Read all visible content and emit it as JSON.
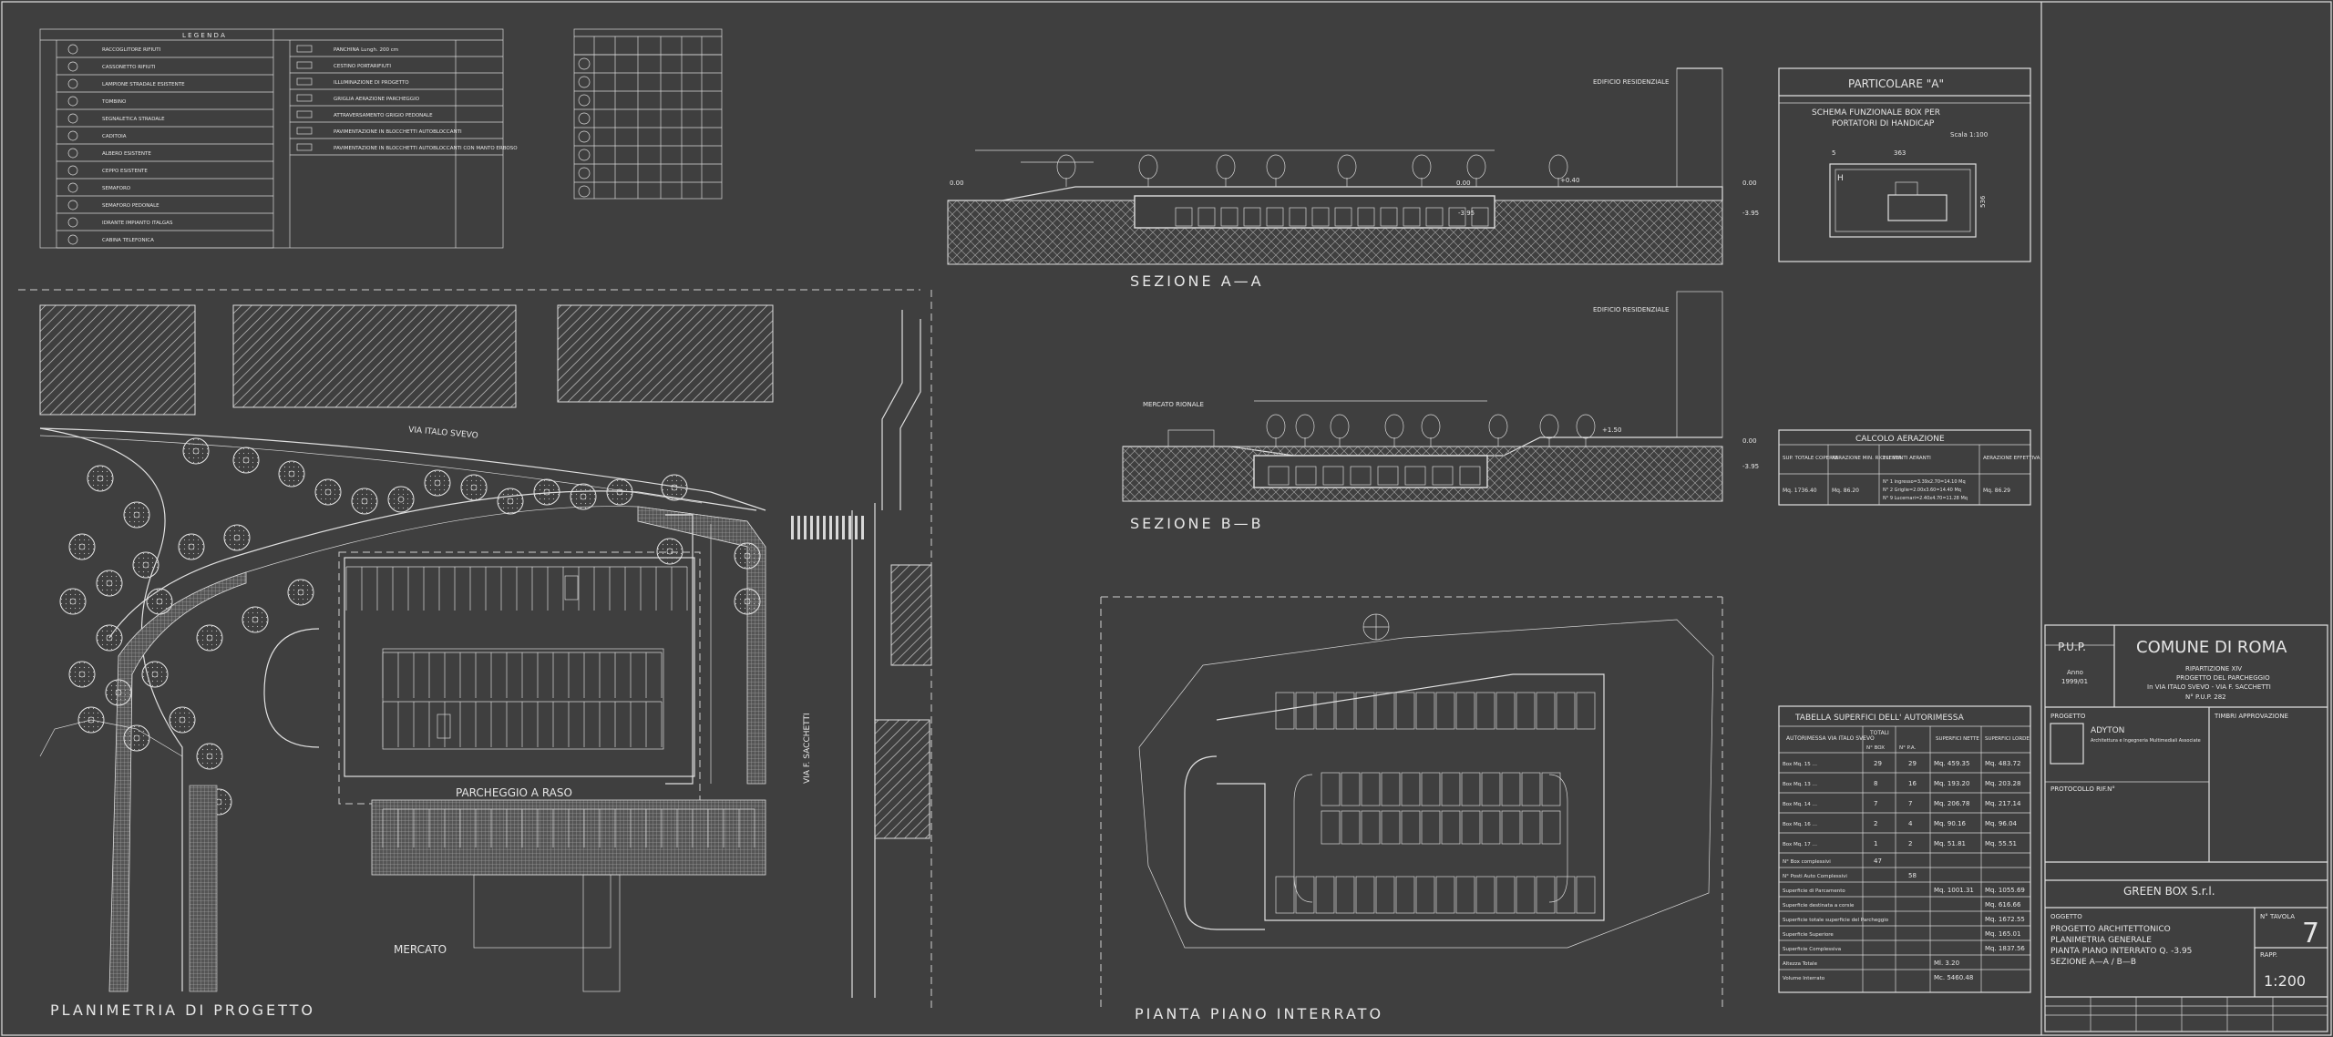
{
  "titles": {
    "planimetria": "PLANIMETRIA DI PROGETTO",
    "pianta": "PIANTA PIANO INTERRATO",
    "sezione_a": "SEZIONE A—A",
    "sezione_b": "SEZIONE B—B",
    "particolare": "PARTICOLARE \"A\"",
    "schema_1": "SCHEMA FUNZIONALE BOX PER",
    "schema_2": "PORTATORI DI HANDICAP",
    "scala": "Scala 1:100",
    "calcolo": "CALCOLO AERAZIONE",
    "tabella": "TABELLA SUPERFICI DELL' AUTORIMESSA",
    "legenda": "L E G E N D A"
  },
  "labels": {
    "via_italo_svevo": "VIA ITALO SVEVO",
    "via_sacchetti": "VIA F. SACCHETTI",
    "parcheggio": "PARCHEGGIO A RASO",
    "mercato": "MERCATO",
    "edificio_res": "EDIFICIO RESIDENZIALE",
    "mercato_rionale": "MERCATO RIONALE"
  },
  "legend_items_left": [
    "RACCOGLITORE RIFIUTI",
    "CASSONETTO RIFIUTI",
    "LAMPIONE STRADALE ESISTENTE",
    "TOMBINO",
    "SEGNALETICA STRADALE",
    "CADITOIA",
    "ALBERO ESISTENTE",
    "CEPPO ESISTENTE",
    "SEMAFORO",
    "SEMAFORO PEDONALE",
    "IDRANTE IMPIANTO ITALGAS",
    "CABINA TELEFONICA"
  ],
  "legend_items_right": [
    "PANCHINA Lungh. 200 cm",
    "CESTINO PORTARIFIUTI",
    "ILLUMINAZIONE DI PROGETTO",
    "GRIGLIA AERAZIONE PARCHEGGIO",
    "ATTRAVERSAMENTO GRIGIO PEDONALE",
    "PAVIMENTAZIONE IN BLOCCHETTI AUTOBLOCCANTI",
    "PAVIMENTAZIONE IN BLOCCHETTI AUTOBLOCCANTI CON MANTO ERBOSO"
  ],
  "section_levels": {
    "a_left": "0.00",
    "a_mid": "0.00",
    "a_right": "+0.40",
    "a_r1": "0.00",
    "a_r2": "-3.95",
    "a_inner": "-3.95",
    "b_right": "+1.50",
    "b_r1": "0.00",
    "b_r2": "-3.95"
  },
  "particolare": {
    "dim_a": "5",
    "dim_b": "363",
    "dim_c": "536",
    "letter": "H"
  },
  "calcolo": {
    "headers": [
      "SUP. TOTALE COPERTA",
      "AERAZIONE MIN. RICHIESTA",
      "ELEMENTI AERANTI",
      "AERAZIONE EFFETTIVA"
    ],
    "row": [
      "Mq. 1736.40",
      "Mq. 86.20",
      "",
      "Mq. 86.29"
    ],
    "elementi": [
      "N° 1 ingresso=3.39x2.70=14.10 Mq",
      "N° 2 Griglie=2.00x3.60=14.40 Mq",
      "N° 9 Lucernari=2.40x4.70=11.28 Mq"
    ]
  },
  "tabella": {
    "head": [
      "AUTORIMESSA VIA ITALO SVEVO",
      "TOTALI",
      "SUPERFICI NETTE",
      "SUPERFICI LORDE"
    ],
    "subhead": [
      "N° BOX",
      "N° P.A."
    ],
    "rows": [
      [
        "Box Mq. 15 …",
        "29",
        "29",
        "Mq. 459.35",
        "Mq. 483.72"
      ],
      [
        "Box Mq. 13 …",
        "8",
        "16",
        "Mq. 193.20",
        "Mq. 203.28"
      ],
      [
        "Box Mq. 14 …",
        "7",
        "7",
        "Mq. 206.78",
        "Mq. 217.14"
      ],
      [
        "Box Mq. 16 …",
        "2",
        "4",
        "Mq. 90.16",
        "Mq. 96.04"
      ],
      [
        "Box Mq. 17 …",
        "1",
        "2",
        "Mq. 51.81",
        "Mq. 55.51"
      ]
    ],
    "totals": [
      [
        "N° Box complessivi",
        "47",
        "",
        ""
      ],
      [
        "N° Posti Auto Complessivi",
        "",
        "58",
        ""
      ],
      [
        "Superficie di Parcamento",
        "",
        "",
        "Mq. 1001.31",
        "Mq. 1055.69"
      ],
      [
        "Superficie destinata a corsie",
        "",
        "",
        "",
        "Mq. 616.66"
      ],
      [
        "Superficie totale superficie del Parcheggio",
        "",
        "",
        "",
        "Mq. 1672.55"
      ],
      [
        "Superficie Superiore",
        "",
        "",
        "",
        "Mq. 165.01"
      ],
      [
        "Superficie Complessiva",
        "",
        "",
        "",
        "Mq. 1837.56"
      ],
      [
        "Altezza Totale",
        "",
        "",
        "Ml. 3.20",
        ""
      ],
      [
        "Volume Interrato",
        "",
        "",
        "Mc. 5460.48",
        ""
      ]
    ]
  },
  "cartiglio": {
    "pup": "P.U.P.",
    "anno_label": "Anno",
    "anno": "1999/01",
    "comune": "COMUNE DI ROMA",
    "ripartizione": "RIPARTIZIONE XIV",
    "progetto_label": "PROGETTO DEL PARCHEGGIO",
    "indirizzo": "In VIA ITALO SVEVO - VIA F. SACCHETTI",
    "numero": "N° P.U.P. 282",
    "progetto": "PROGETTO",
    "timbri": "TIMBRI APPROVAZIONE",
    "studio": "ADYTON",
    "studio_sub": "Architettura e Ingegneria Multimediali Associate",
    "protocollo": "PROTOCOLLO RIF.N°",
    "committente": "GREEN BOX S.r.l.",
    "oggetto_label": "OGGETTO",
    "oggetto": [
      "PROGETTO ARCHITETTONICO",
      "PLANIMETRIA GENERALE",
      "PIANTA PIANO INTERRATO Q. -3.95",
      "SEZIONE A—A / B—B"
    ],
    "tavola_label": "N° TAVOLA",
    "tavola": "7",
    "rapp_label": "RAPP.",
    "scala": "1:200"
  }
}
